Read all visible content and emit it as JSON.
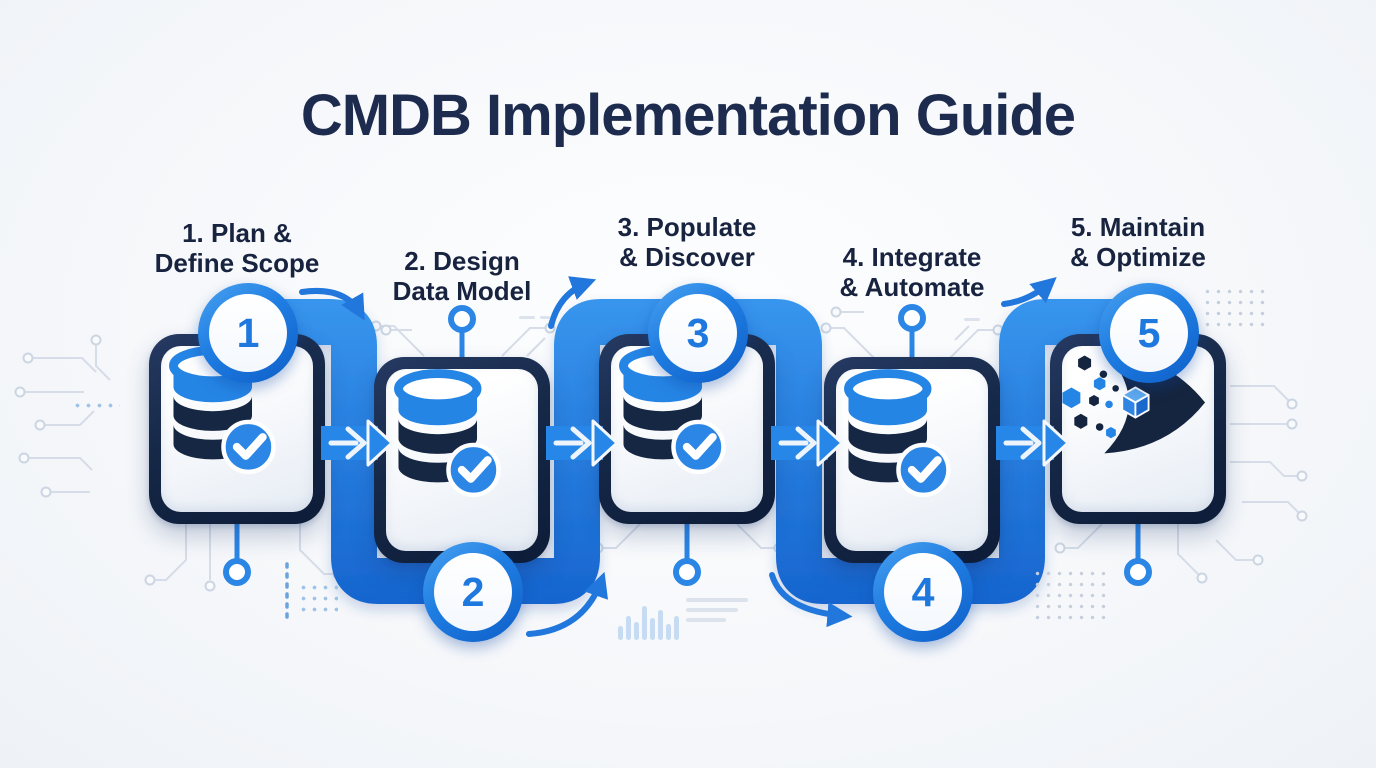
{
  "title": "CMDB Implementation Guide",
  "steps": [
    {
      "number": "1",
      "label_line1": "1. Plan &",
      "label_line2": "Define Scope",
      "icon": "database-check-icon",
      "badge_position": "top"
    },
    {
      "number": "2",
      "label_line1": "2. Design",
      "label_line2": "Data Model",
      "icon": "database-check-icon",
      "badge_position": "bottom"
    },
    {
      "number": "3",
      "label_line1": "3. Populate",
      "label_line2": "& Discover",
      "icon": "database-check-icon",
      "badge_position": "top"
    },
    {
      "number": "4",
      "label_line1": "4. Integrate",
      "label_line2": "& Automate",
      "icon": "database-check-icon",
      "badge_position": "bottom"
    },
    {
      "number": "5",
      "label_line1": "5. Maintain",
      "label_line2": "& Optimize",
      "icon": "observability-eye-icon",
      "badge_position": "top"
    }
  ],
  "flow": {
    "shape": "serpentine-ribbon",
    "direction": "left-to-right",
    "connector_count": 4
  },
  "colors": {
    "accent_blue": "#2787e8",
    "deep_blue": "#1563ce",
    "navy": "#15253f",
    "number_blue": "#1e78de",
    "background": "#f5f7fa",
    "circuit_gray": "#d6dde8"
  }
}
